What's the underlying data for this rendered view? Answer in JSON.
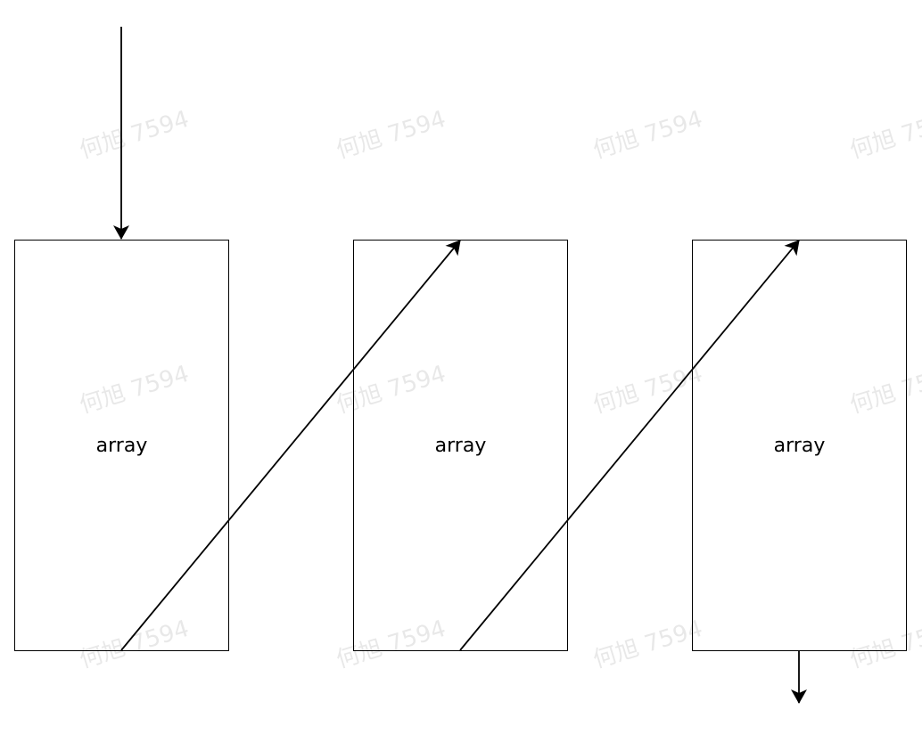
{
  "boxes": [
    {
      "label": "array"
    },
    {
      "label": "array"
    },
    {
      "label": "array"
    }
  ],
  "watermark": {
    "text": "何旭 7594"
  },
  "colors": {
    "stroke": "#000000",
    "background": "#ffffff",
    "watermark": "#e8e8e8"
  }
}
